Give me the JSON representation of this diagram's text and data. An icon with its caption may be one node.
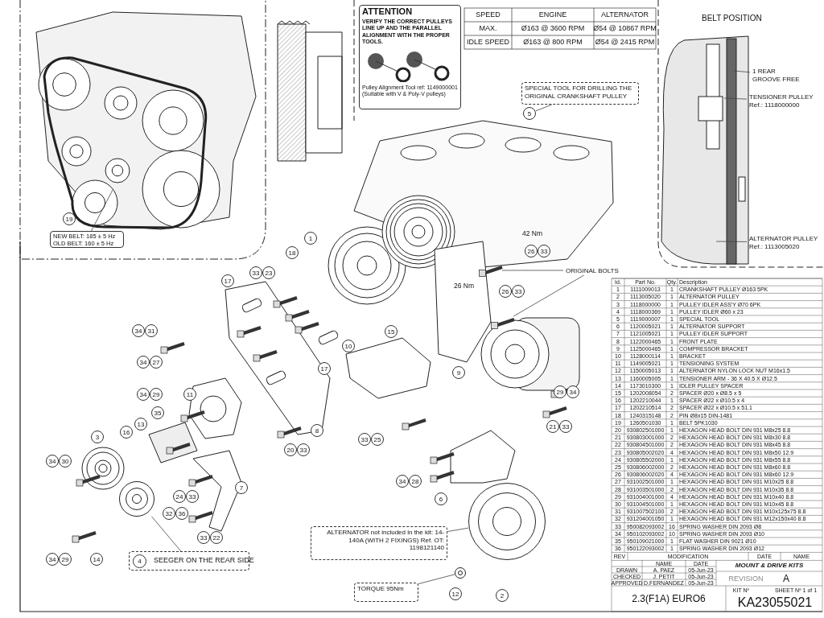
{
  "diagram": {
    "title": "2.3(F1A) EURO6",
    "nodes": [
      {
        "text": [
          "ATTENTION",
          "VERIFY THE CORRECT PULLEYS LINE UP AND THE PARALLEL ALIGNMENT WITH THE PROPER TOOLS.",
          "Pulley Alignment Tool ref: 1149000001 (Suitable with V & Poly-V pulleys)"
        ]
      },
      {
        "text": [
          "NEW BELT: 185 ± 5 Hz",
          "OLD BELT: 160 ± 5 Hz"
        ]
      },
      {
        "text": [
          "SPECIAL TOOL FOR DRILLING THE ORIGINAL CRANKSHAFT PULLEY"
        ]
      },
      {
        "text": [
          "ORIGINAL BOLTS"
        ]
      },
      {
        "text": [
          "4",
          "SEEGER ON THE REAR SIDE"
        ]
      },
      {
        "text": [
          "ALTERNATOR not included in the kit: 14-140A (WITH 2 FIXINGS) Ref. OT: 1198121140"
        ]
      },
      {
        "text": [
          "TORQUE 95Nm"
        ]
      },
      {
        "text": [
          "TENSIONER PULLEY Ref.: 1118000000"
        ]
      },
      {
        "text": [
          "ALTERNATOR PULLEY Ref.: 1113005020"
        ]
      },
      {
        "text": [
          "1 REAR GROOVE FREE"
        ]
      },
      {
        "text": [],
        "shape": "picture"
      },
      {
        "text": [],
        "shape": "picture"
      },
      {
        "text": [],
        "shape": "picture"
      },
      {
        "text": [],
        "shape": "picture"
      },
      {
        "text": [],
        "shape": "picture"
      },
      {
        "text": [
          "19"
        ]
      },
      {
        "text": [
          "5"
        ]
      },
      {
        "text": [
          "1"
        ]
      },
      {
        "text": [
          "26"
        ]
      },
      {
        "text": [
          "33"
        ]
      },
      {
        "text": [
          "26"
        ]
      },
      {
        "text": [
          "33"
        ]
      },
      {
        "text": [
          "18"
        ]
      },
      {
        "text": [
          "17"
        ]
      },
      {
        "text": [
          "33"
        ]
      },
      {
        "text": [
          "23"
        ]
      },
      {
        "text": [
          "34"
        ]
      },
      {
        "text": [
          "31"
        ]
      },
      {
        "text": [
          "10"
        ]
      },
      {
        "text": [
          "15"
        ]
      },
      {
        "text": [
          "9"
        ]
      },
      {
        "text": [
          "17"
        ]
      },
      {
        "text": [
          "34"
        ]
      },
      {
        "text": [
          "27"
        ]
      },
      {
        "text": [
          "34"
        ]
      },
      {
        "text": [
          "29"
        ]
      },
      {
        "text": [
          "11"
        ]
      },
      {
        "text": [
          "13"
        ]
      },
      {
        "text": [
          "35"
        ]
      },
      {
        "text": [
          "16"
        ]
      },
      {
        "text": [
          "3"
        ]
      },
      {
        "text": [
          "8"
        ]
      },
      {
        "text": [
          "33"
        ]
      },
      {
        "text": [
          "25"
        ]
      },
      {
        "text": [
          "20"
        ]
      },
      {
        "text": [
          "33"
        ]
      },
      {
        "text": [
          "29"
        ]
      },
      {
        "text": [
          "34"
        ]
      },
      {
        "text": [
          "21"
        ]
      },
      {
        "text": [
          "33"
        ]
      },
      {
        "text": [
          "34"
        ]
      },
      {
        "text": [
          "30"
        ]
      },
      {
        "text": [
          "24"
        ]
      },
      {
        "text": [
          "33"
        ]
      },
      {
        "text": [
          "7"
        ]
      },
      {
        "text": [
          "32"
        ]
      },
      {
        "text": [
          "36"
        ]
      },
      {
        "text": [
          "34"
        ]
      },
      {
        "text": [
          "28"
        ]
      },
      {
        "text": [
          "6"
        ]
      },
      {
        "text": [
          "33"
        ]
      },
      {
        "text": [
          "22"
        ]
      },
      {
        "text": [
          "34"
        ]
      },
      {
        "text": [
          "29"
        ]
      },
      {
        "text": [
          "14"
        ]
      },
      {
        "text": [
          "12"
        ]
      },
      {
        "text": [
          "2"
        ]
      }
    ],
    "edges": [
      {
        "from": 1,
        "to": null,
        "arrow": "none"
      },
      {
        "from": 2,
        "to": 16,
        "arrow": "none"
      },
      {
        "from": 3,
        "to": 13,
        "arrow": "none"
      },
      {
        "from": 3,
        "to": 14,
        "arrow": "none"
      },
      {
        "from": 4,
        "to": 10,
        "arrow": "none"
      },
      {
        "from": 5,
        "to": 12,
        "arrow": "none"
      },
      {
        "from": 6,
        "to": 11,
        "arrow": "none"
      },
      {
        "from": 9,
        "to": null,
        "arrow": "none"
      },
      {
        "from": 7,
        "to": null,
        "arrow": "none"
      },
      {
        "from": 8,
        "to": null,
        "arrow": "none"
      }
    ],
    "labels": [
      "BELT POSITION",
      "SPEED",
      "ENGINE",
      "ALTERNATOR",
      "MAX.",
      "Ø163 @ 3600 RPM",
      "Ø54 @ 10867 RPM",
      "IDLE SPEED",
      "Ø163 @ 800 RPM",
      "Ø54 @ 2415 RPM",
      "42 Nm",
      "26 Nm",
      "Id.",
      "Part No.",
      "Qty.",
      "Description",
      "1",
      "1111009013",
      "1",
      "CRANKSHAFT PULLEY Ø163 5PK",
      "2",
      "1113005020",
      "1",
      "ALTERNATOR PULLEY",
      "3",
      "1118000000",
      "1",
      "PULLEY IDLER ASS'Y Ø70 6PK",
      "4",
      "1118000369",
      "1",
      "PULLEY IDLER Ø60 x 23",
      "5",
      "1119000007",
      "1",
      "SPECIAL TOOL",
      "6",
      "1120005021",
      "1",
      "ALTERNATOR SUPPORT",
      "7",
      "1121005021",
      "1",
      "PULLEY IDLER SUPPORT",
      "8",
      "1122000465",
      "1",
      "FRONT PLATE",
      "9",
      "1125000465",
      "1",
      "COMPRESSOR BRACKET",
      "10",
      "1128000114",
      "1",
      "BRACKET",
      "11",
      "1149005021",
      "1",
      "TENSIONING SYSTEM",
      "12",
      "1150005013",
      "1",
      "ALTERNATOR NYLON LOCK NUT M16x1.5",
      "13",
      "1160005005",
      "1",
      "TENSIONER ARM - 36 X 40.5 X Ø12.5",
      "14",
      "1173010300",
      "1",
      "IDLER PULLEY SPACER",
      "15",
      "1202008054",
      "2",
      "SPACER Ø20 x Ø8.5 x 5",
      "16",
      "1202210044",
      "1",
      "SPACER Ø22 x Ø10.5 x 4",
      "17",
      "1202210514",
      "2",
      "SPACER Ø22 x Ø10.5 x 51.1",
      "18",
      "1240315148",
      "2",
      "PIN Ø8x15 DIN-1481",
      "19",
      "1260501030",
      "1",
      "BELT 5PK1030",
      "20",
      "930802501000",
      "1",
      "HEXAGON HEAD BOLT DIN 931 M8x25 8.8",
      "21",
      "930803001000",
      "2",
      "HEXAGON HEAD BOLT DIN 931 M8x30 8.8",
      "22",
      "930804501000",
      "2",
      "HEXAGON HEAD BOLT DIN 931 M8x45 8.8",
      "23",
      "930805002020",
      "4",
      "HEXAGON HEAD BOLT DIN 931 M8x50 12.9",
      "24",
      "930805502000",
      "1",
      "HEXAGON HEAD BOLT DIN 931 M8x55 8.8",
      "25",
      "930806002000",
      "2",
      "HEXAGON HEAD BOLT DIN 931 M8x60 8.8",
      "26",
      "930806002020",
      "4",
      "HEXAGON HEAD BOLT DIN 931 M8x60 12.9",
      "27",
      "931002501000",
      "1",
      "HEXAGON HEAD BOLT DIN 931 M10x25 8.8",
      "28",
      "931003501000",
      "2",
      "HEXAGON HEAD BOLT DIN 931 M10x35 8.8",
      "29",
      "931004001000",
      "4",
      "HEXAGON HEAD BOLT DIN 931 M10x40 8.8",
      "30",
      "931004501000",
      "1",
      "HEXAGON HEAD BOLT DIN 931 M10x45 8.8",
      "31",
      "931007502100",
      "2",
      "HEXAGON HEAD BOLT DIN 931 M10x125x75 8.8",
      "32",
      "931204001050",
      "1",
      "HEXAGON HEAD BOLT DIN 931 M12x150x40 8.8",
      "33",
      "950082093002",
      "16",
      "SPRING WASHER DIN 2093 Ø8",
      "34",
      "950102093002",
      "10",
      "SPRING WASHER DIN 2093 Ø10",
      "35",
      "950109021000",
      "1",
      "FLAT WASHER DIN 9021 Ø10",
      "36",
      "950122093002",
      "1",
      "SPRING WASHER DIN 2093 Ø12",
      "REV",
      "MODIFICATION",
      "DATE",
      "NAME",
      "NAME",
      "DATE",
      "DRAWN",
      "A. PAEZ",
      "05-Jun-23",
      "CHECKED",
      "J. PETIT",
      "05-Jun-23",
      "APPROVED",
      "D.FERNANDEZ",
      "05-Jun-23",
      "MOUNT & DRIVE KITS",
      "REVISION",
      "A",
      "KIT Nº",
      "SHEET Nº 1 of 1",
      "KA23055021"
    ]
  }
}
